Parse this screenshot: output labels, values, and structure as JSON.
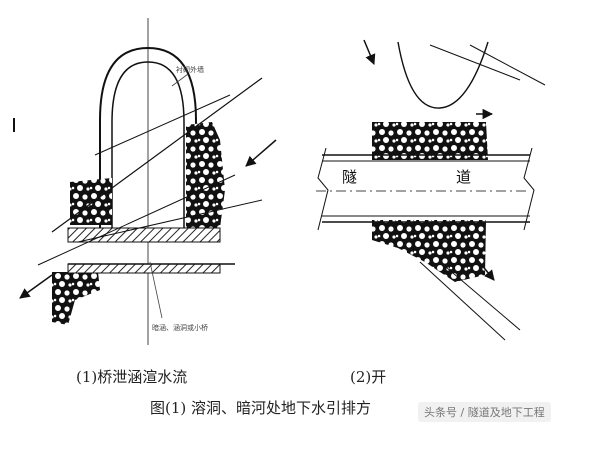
{
  "labels": {
    "cap1": "(1)桥泄涵渲水流",
    "cap2": "(2)开",
    "title": "图(1)  溶洞、暗河处地下水引排方",
    "tunnel_left": "隧",
    "tunnel_right": "道",
    "small_top": "衬砌外墙",
    "small_bottom": "暗涵、涵洞或小桥"
  },
  "watermark": "头条号 / 隧道及地下工程"
}
